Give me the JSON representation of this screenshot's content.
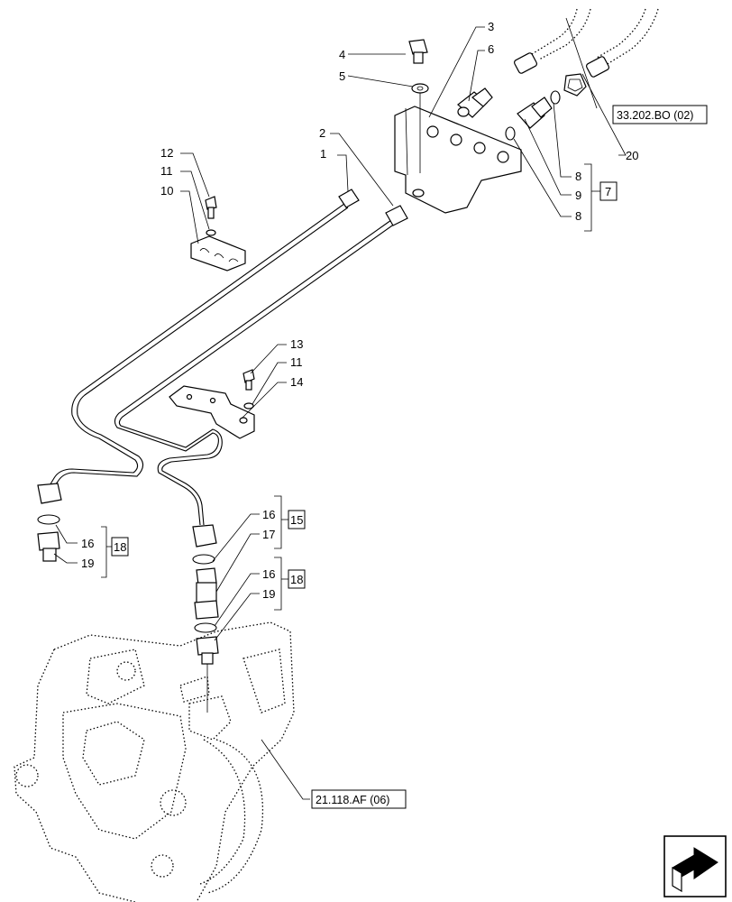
{
  "callouts": {
    "c1": "1",
    "c2": "2",
    "c3": "3",
    "c4": "4",
    "c5": "5",
    "c6": "6",
    "c8a": "8",
    "c9": "9",
    "c8b": "8",
    "c7": "7",
    "c10": "10",
    "c11a": "11",
    "c12": "12",
    "c13": "13",
    "c11b": "11",
    "c14": "14",
    "c16a": "16",
    "c19a": "19",
    "c18a": "18",
    "c16b": "16",
    "c17": "17",
    "c15": "15",
    "c16c": "16",
    "c19b": "19",
    "c18b": "18",
    "c20": "20"
  },
  "references": {
    "upper_ref": "33.202.BO (02)",
    "lower_ref": "21.118.AF (06)"
  },
  "nav_icon": "next-page-arrow-icon"
}
